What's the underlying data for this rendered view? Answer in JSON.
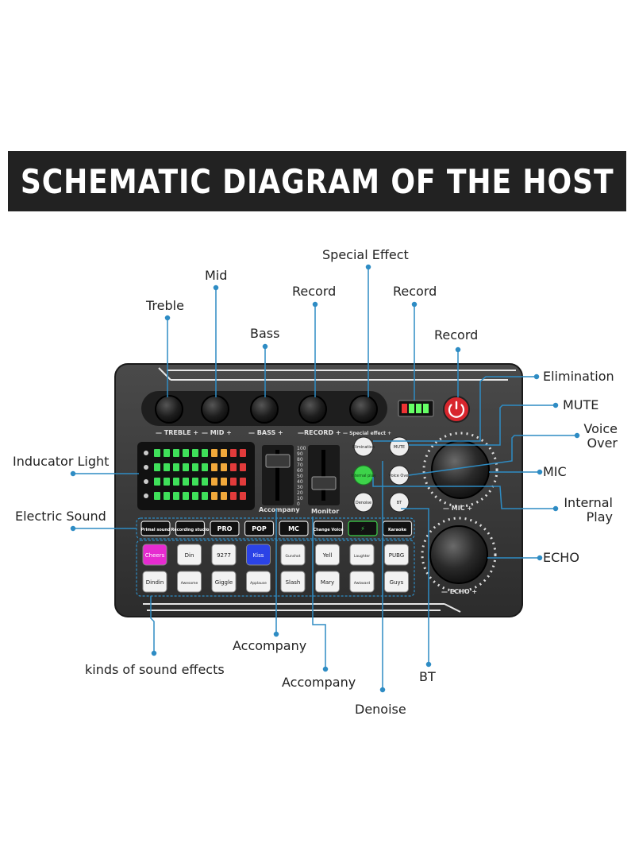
{
  "title": "SCHEMATIC DIAGRAM OF THE HOST",
  "callouts": {
    "special_effect": "Special Effect",
    "mid": "Mid",
    "treble": "Treble",
    "record_knob": "Record",
    "record_battery": "Record",
    "bass": "Bass",
    "record_power": "Record",
    "elimination": "Elimination",
    "mute": "MUTE",
    "voice_over": "Voice\nOver",
    "mic": "MIC",
    "internal_play": "Internal\nPlay",
    "echo": "ECHO",
    "indicator_light": "Inducator Light",
    "electric_sound": "Electric Sound",
    "accompany_1": "Accompany",
    "accompany_2": "Accompany",
    "kinds_of_sound_effects": "kinds of sound effects",
    "bt": "BT",
    "denoise": "Denoise"
  },
  "device": {
    "knob_labels": [
      "— TREBLE +",
      "— MID +",
      "— BASS +",
      "—RECORD +",
      "— Special effect +"
    ],
    "slider_labels": [
      "Accompany",
      "Monitor"
    ],
    "slider_scale": [
      "100",
      "90",
      "80",
      "70",
      "60",
      "50",
      "40",
      "30",
      "20",
      "10",
      "0"
    ],
    "side_buttons": [
      "Elimination",
      "MUTE",
      "Internal play",
      "Voice Over",
      "Denoise",
      "BT"
    ],
    "mic_label": "— MIC +",
    "echo_label": "— ECHO +",
    "mode_buttons": [
      "Primal sound",
      "Recording studio",
      "PRO",
      "POP",
      "MC",
      "Change Voice",
      "⚡",
      "Karaoke"
    ],
    "pad_row_1": [
      "Cheers",
      "Din",
      "9277",
      "Kiss",
      "Gunshot",
      "Yell",
      "Laughter",
      "PUBG"
    ],
    "pad_row_2": [
      "Dindin",
      "Awesome",
      "Giggle",
      "Applause",
      "Slash",
      "Mary",
      "Awkward",
      "Guys"
    ]
  },
  "colors": {
    "accent_line": "#2e8cc4",
    "title_bg": "#222222",
    "power_red": "#d8262d"
  }
}
